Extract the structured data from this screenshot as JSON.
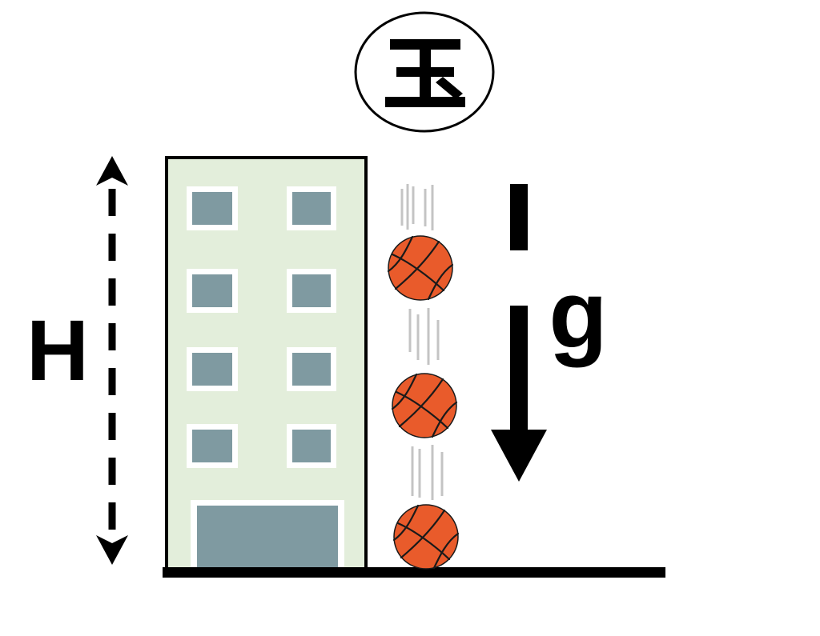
{
  "seal": {
    "text": "玉"
  },
  "labels": {
    "height": "H",
    "gravity": "g"
  },
  "colors": {
    "building": "#e3eedb",
    "window": "#7f9aa1",
    "ball": "#e95b2b",
    "motion_lines": "#c4c4c4",
    "ink": "#000000"
  },
  "icons": {
    "seal": "circled-kanji-seal",
    "ball": "basketball-icon",
    "height_arrow": "dashed-double-arrow-icon",
    "gravity_arrow": "down-arrow-icon"
  }
}
